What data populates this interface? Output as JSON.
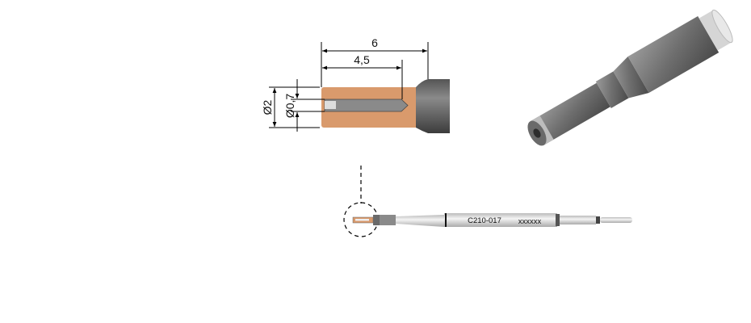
{
  "detail": {
    "dim_length_total": "6",
    "dim_bore_depth": "4,5",
    "dim_outer_diameter": "Ø2",
    "dim_bore_diameter": "Ø0,7"
  },
  "tool": {
    "part_number": "C210-017",
    "serial": "xxxxxx"
  },
  "colors": {
    "copper": "#d99a6c",
    "grey": "#707070",
    "light_grey": "#e0e0e0"
  }
}
